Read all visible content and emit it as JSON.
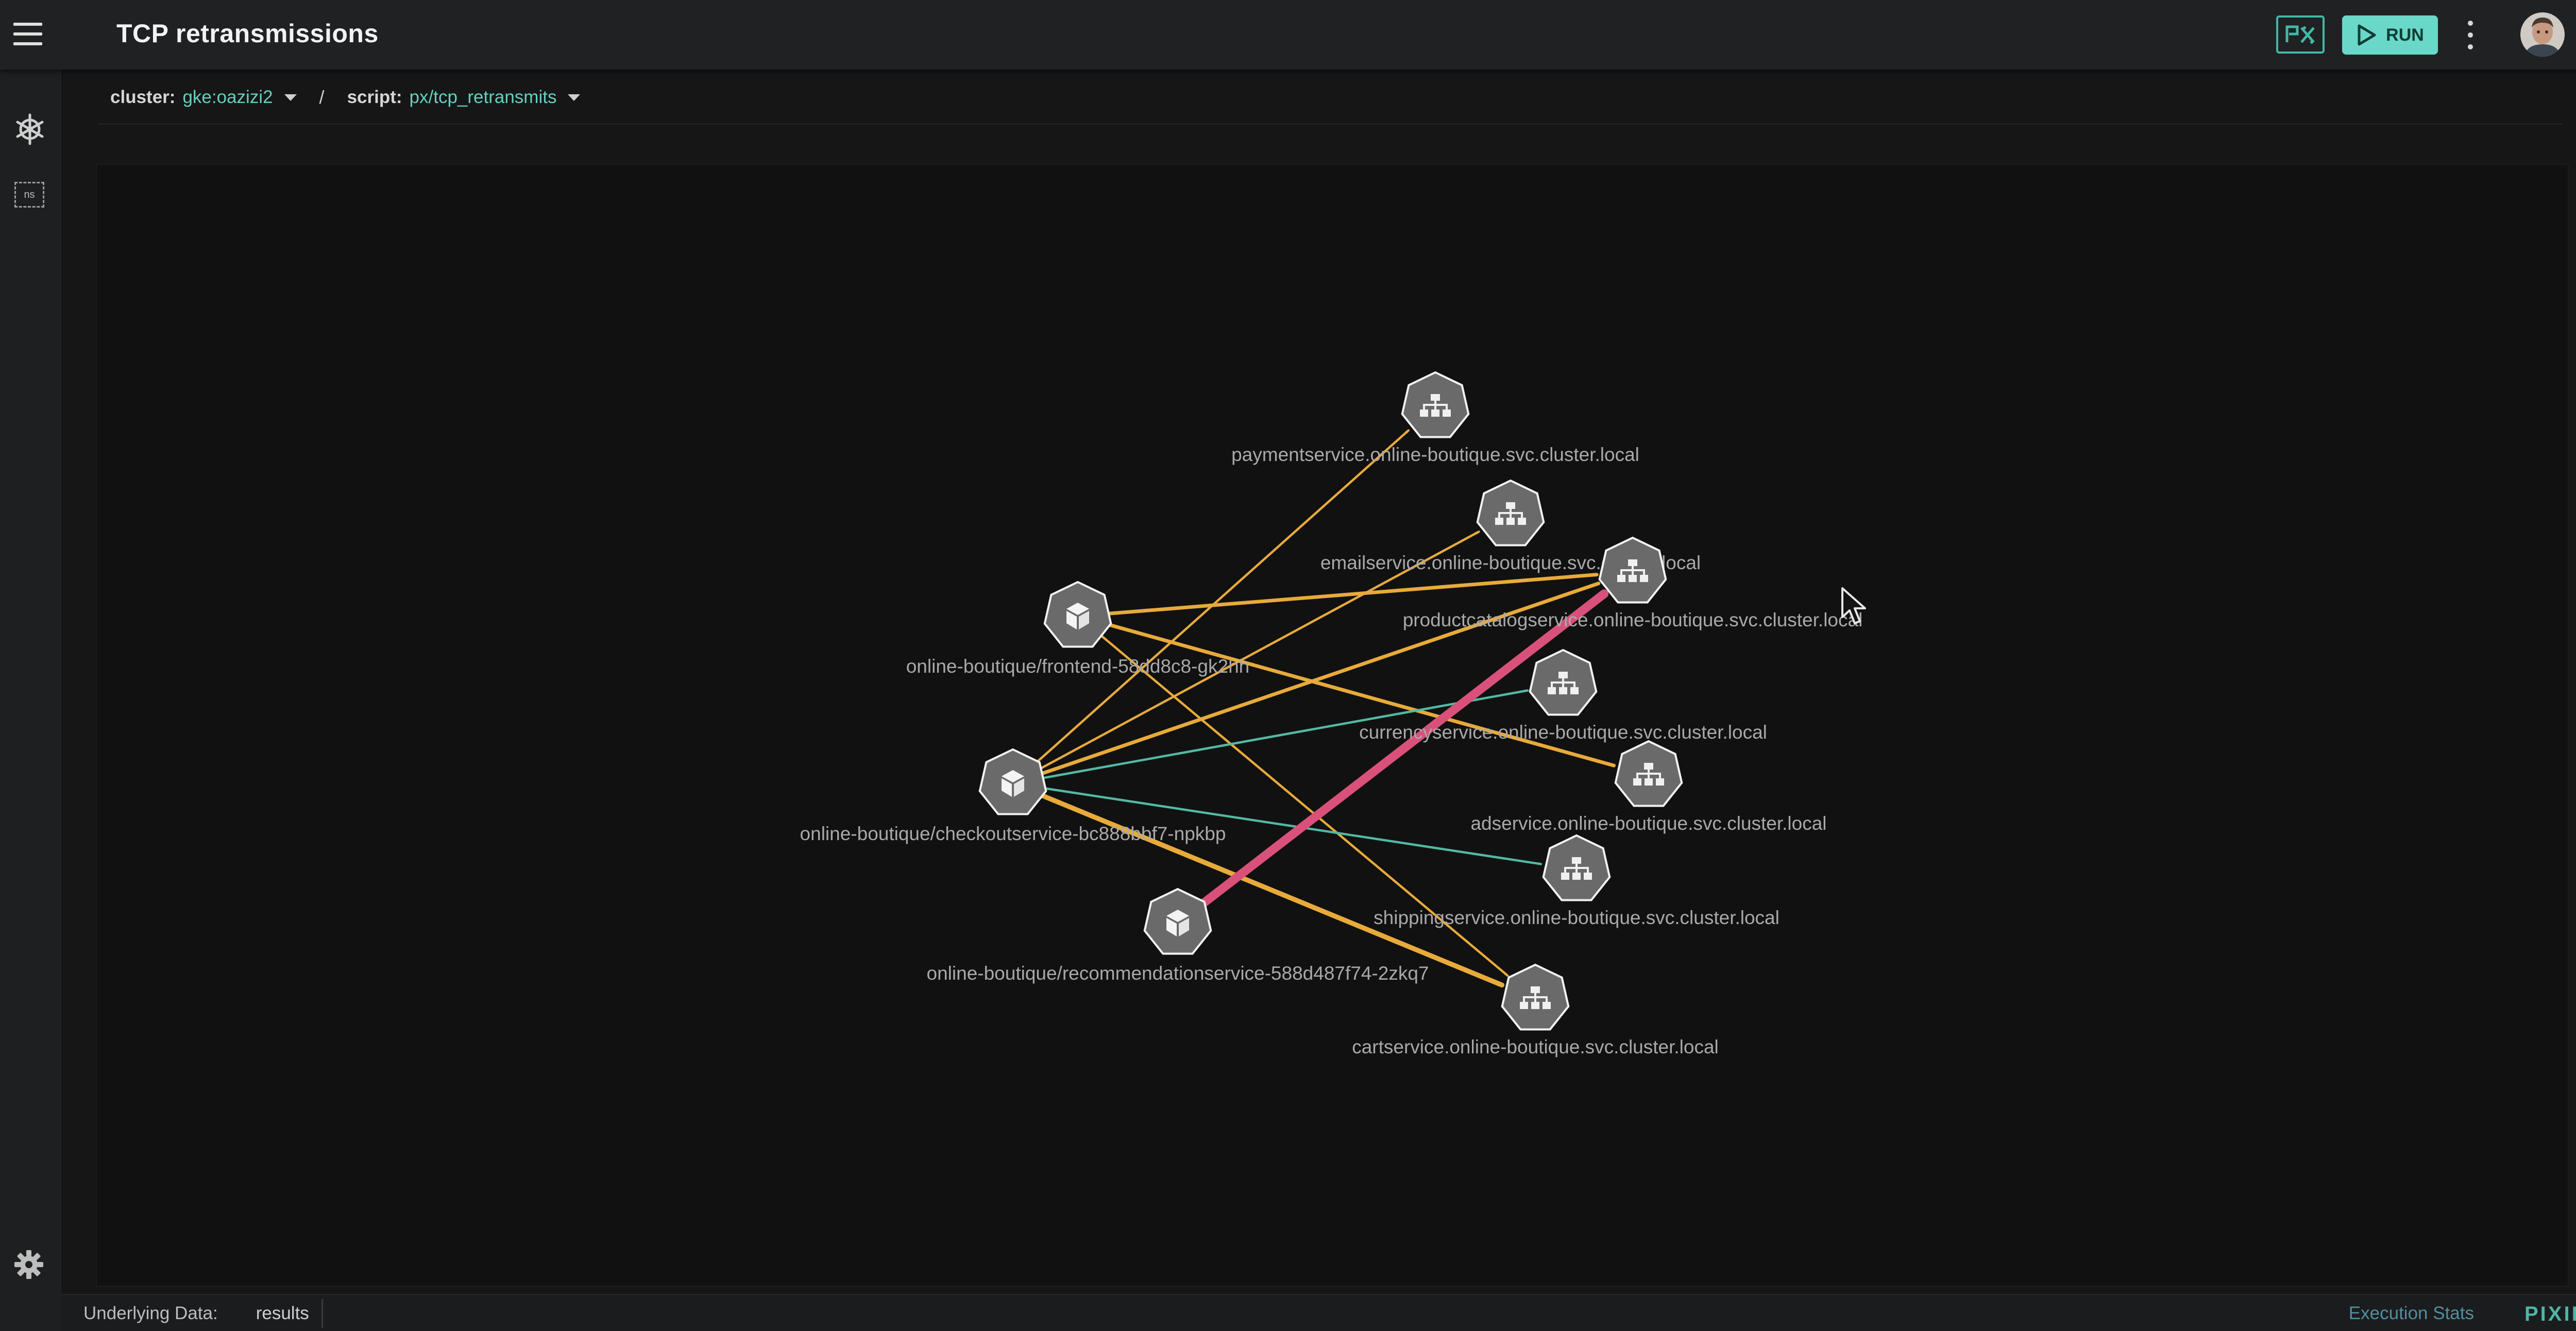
{
  "header": {
    "title": "TCP retransmissions",
    "run_label": "RUN",
    "px_logo_text": "PX"
  },
  "breadcrumbs": {
    "cluster_key": "cluster:",
    "cluster_value": "gke:oazizi2",
    "separator": "/",
    "script_key": "script:",
    "script_value": "px/tcp_retransmits"
  },
  "sidebar": {
    "ns_label": "ns"
  },
  "graph": {
    "nodes": [
      {
        "id": "payment",
        "kind": "service",
        "label": "paymentservice.online-boutique.svc.cluster.local"
      },
      {
        "id": "email",
        "kind": "service",
        "label": "emailservice.online-boutique.svc.cluster.local"
      },
      {
        "id": "productcatalog",
        "kind": "service",
        "label": "productcatalogservice.online-boutique.svc.cluster.local"
      },
      {
        "id": "currency",
        "kind": "service",
        "label": "currencyservice.online-boutique.svc.cluster.local"
      },
      {
        "id": "ad",
        "kind": "service",
        "label": "adservice.online-boutique.svc.cluster.local"
      },
      {
        "id": "shipping",
        "kind": "service",
        "label": "shippingservice.online-boutique.svc.cluster.local"
      },
      {
        "id": "cart",
        "kind": "service",
        "label": "cartservice.online-boutique.svc.cluster.local"
      },
      {
        "id": "frontend",
        "kind": "pod",
        "label": "online-boutique/frontend-58dd8c8-gk2hh"
      },
      {
        "id": "checkout",
        "kind": "pod",
        "label": "online-boutique/checkoutservice-bc888bbf7-npkbp"
      },
      {
        "id": "recommendation",
        "kind": "pod",
        "label": "online-boutique/recommendationservice-588d487f74-2zkq7"
      }
    ],
    "edges": [
      {
        "from": "frontend",
        "to": "productcatalog",
        "color": "#e8aa3a",
        "weight": 2
      },
      {
        "from": "frontend",
        "to": "ad",
        "color": "#e8aa3a",
        "weight": 2
      },
      {
        "from": "frontend",
        "to": "cart",
        "color": "#e8aa3a",
        "weight": 1
      },
      {
        "from": "checkout",
        "to": "payment",
        "color": "#e8aa3a",
        "weight": 1
      },
      {
        "from": "checkout",
        "to": "email",
        "color": "#e8aa3a",
        "weight": 1
      },
      {
        "from": "checkout",
        "to": "productcatalog",
        "color": "#e8aa3a",
        "weight": 2
      },
      {
        "from": "checkout",
        "to": "currency",
        "color": "#52b9a3",
        "weight": 1
      },
      {
        "from": "checkout",
        "to": "shipping",
        "color": "#52b9a3",
        "weight": 1
      },
      {
        "from": "checkout",
        "to": "cart",
        "color": "#e8aa3a",
        "weight": 3
      },
      {
        "from": "recommendation",
        "to": "productcatalog",
        "color": "#d9517a",
        "weight": 6
      }
    ]
  },
  "footer": {
    "underlying_data_label": "Underlying Data:",
    "results_tab": "results",
    "execution_stats": "Execution Stats",
    "brand": "PIXIE"
  },
  "colors": {
    "accent": "#69d8c8",
    "warning_edge": "#e8aa3a",
    "ok_edge": "#52b9a3",
    "hot_edge": "#d9517a"
  }
}
